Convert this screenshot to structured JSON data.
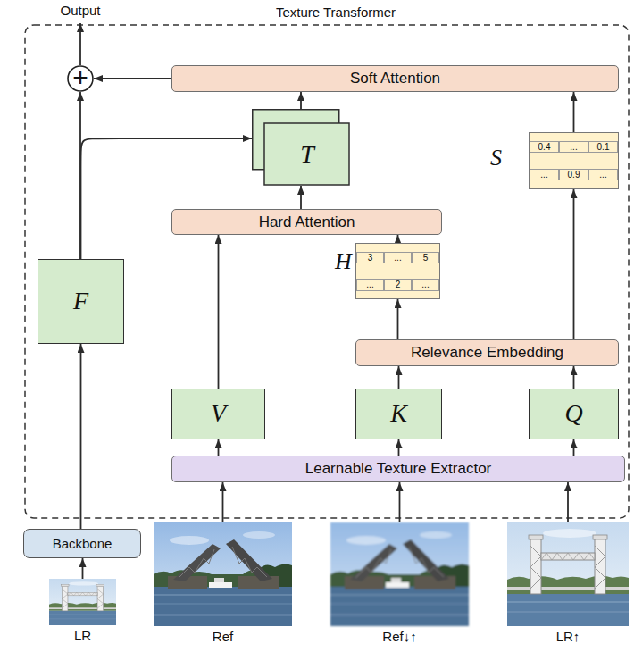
{
  "diagram": {
    "title": "Texture Transformer",
    "nodes": [
      {
        "text": [
          "+"
        ]
      },
      {
        "text": [
          "Soft Attention"
        ]
      },
      {
        "text": [
          "T"
        ]
      },
      {
        "text": [
          "S",
          "0.4",
          "...",
          "0.1",
          "...",
          "0.9",
          "..."
        ]
      },
      {
        "text": [
          "Hard Attention"
        ]
      },
      {
        "text": [
          "H",
          "3",
          "...",
          "5",
          "...",
          "2",
          "..."
        ]
      },
      {
        "text": [
          "F"
        ]
      },
      {
        "text": [
          "Relevance Embedding"
        ]
      },
      {
        "text": [
          "V"
        ]
      },
      {
        "text": [
          "K"
        ]
      },
      {
        "text": [
          "Q"
        ]
      },
      {
        "text": [
          "Learnable Texture Extractor"
        ]
      },
      {
        "text": [
          "Backbone"
        ]
      },
      {
        "text": [
          "LR"
        ]
      },
      {
        "text": [
          "Ref"
        ]
      },
      {
        "text": [
          "Ref↓↑"
        ]
      },
      {
        "text": [
          "LR↑"
        ]
      }
    ],
    "edges": [
      {
        "from": 1,
        "to": 0,
        "arrow": "to"
      },
      {
        "from": 6,
        "to": 0,
        "arrow": "to"
      },
      {
        "from": 6,
        "to": 2,
        "arrow": "to"
      },
      {
        "from": 2,
        "to": 1,
        "arrow": "to"
      },
      {
        "from": 3,
        "to": 1,
        "arrow": "to"
      },
      {
        "from": 4,
        "to": 2,
        "arrow": "to"
      },
      {
        "from": 8,
        "to": 4,
        "arrow": "to"
      },
      {
        "from": 5,
        "to": 4,
        "arrow": "to"
      },
      {
        "from": 7,
        "to": 5,
        "arrow": "to"
      },
      {
        "from": 7,
        "to": 3,
        "arrow": "to"
      },
      {
        "from": 9,
        "to": 7,
        "arrow": "to"
      },
      {
        "from": 10,
        "to": 7,
        "arrow": "to"
      },
      {
        "from": 11,
        "to": 8,
        "arrow": "to"
      },
      {
        "from": 11,
        "to": 9,
        "arrow": "to"
      },
      {
        "from": 11,
        "to": 10,
        "arrow": "to"
      },
      {
        "from": 14,
        "to": 11,
        "arrow": "to"
      },
      {
        "from": 15,
        "to": 11,
        "arrow": "to"
      },
      {
        "from": 16,
        "to": 11,
        "arrow": "to"
      },
      {
        "from": 13,
        "to": 12,
        "arrow": "to"
      },
      {
        "from": 12,
        "to": 6,
        "arrow": "to"
      }
    ],
    "labels": [
      "Output"
    ]
  }
}
